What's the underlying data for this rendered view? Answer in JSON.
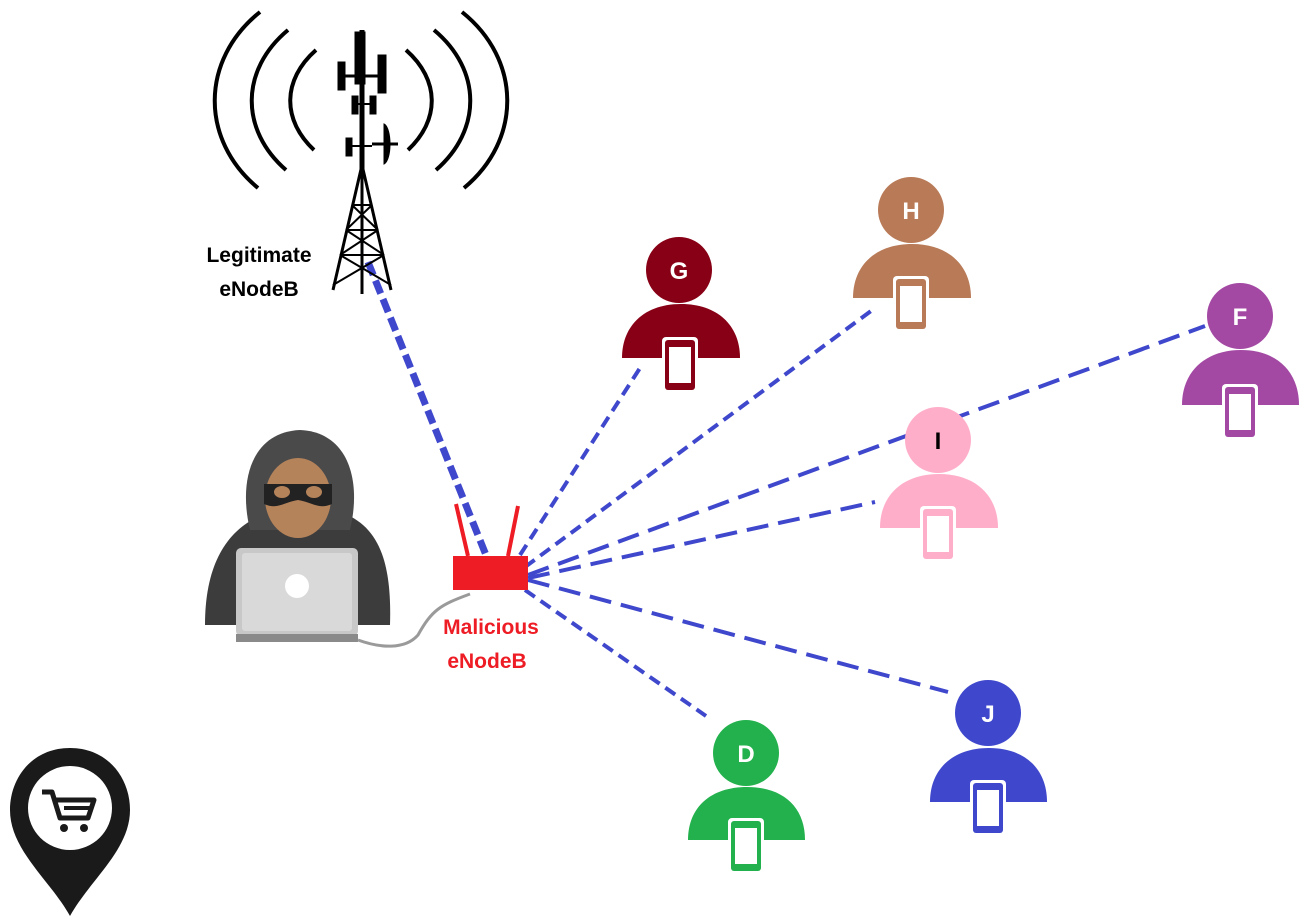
{
  "legit": {
    "line1": "Legitimate",
    "line2": "eNodeB",
    "color": "#000000"
  },
  "malicious": {
    "line1": "Malicious",
    "line2": "eNodeB",
    "color": "#ee1c24"
  },
  "link_color": "#3f48cc",
  "users": [
    {
      "id": "G",
      "color": "#880015"
    },
    {
      "id": "H",
      "color": "#b97a57"
    },
    {
      "id": "F",
      "color": "#a349a4"
    },
    {
      "id": "I",
      "color": "#ffaec9"
    },
    {
      "id": "J",
      "color": "#3f48cc"
    },
    {
      "id": "D",
      "color": "#22b14c"
    }
  ],
  "icons": {
    "tower": "cell-tower-icon",
    "attacker": "hooded-hacker-icon",
    "location": "shopping-cart-location-pin-icon"
  }
}
